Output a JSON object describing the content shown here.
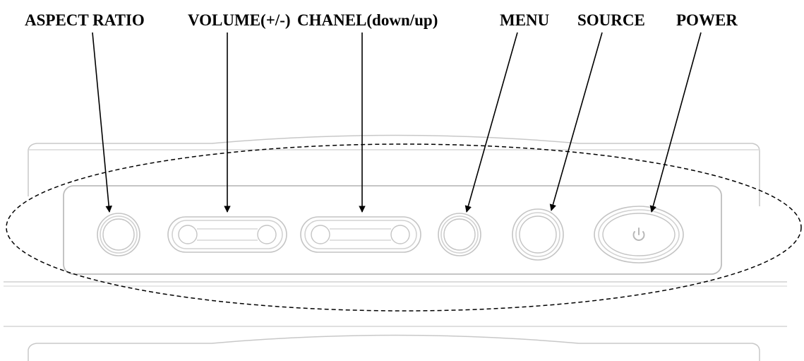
{
  "labels": {
    "aspect_ratio": "ASPECT RATIO",
    "volume": "VOLUME(+/-)",
    "channel": "CHANEL(down/up)",
    "menu": "MENU",
    "source": "SOURCE",
    "power": "POWER"
  },
  "colors": {
    "outline": "#bdbdbd",
    "outline_light": "#d6d6d6",
    "arrow": "#000000",
    "text": "#000000"
  },
  "icons": {
    "power_button_symbol": "power-icon"
  }
}
